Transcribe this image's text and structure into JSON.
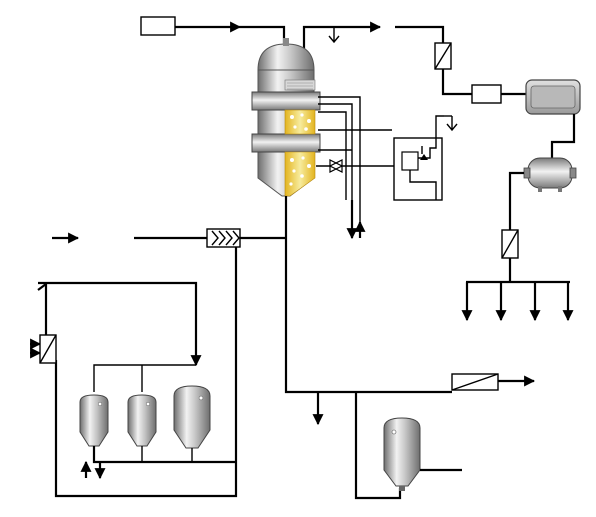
{
  "diagram": {
    "type": "process-flow-diagram",
    "colors": {
      "line": "#000000",
      "vessel_light": "#f2f2f2",
      "vessel_mid": "#b4b4b4",
      "vessel_dark": "#6e6e6e",
      "packing_fill": "#f2e49a",
      "packing_fill_dark": "#e3b41f",
      "background": "#ffffff"
    },
    "nodes": [
      {
        "id": "feed-box",
        "kind": "box"
      },
      {
        "id": "main-reactor",
        "kind": "column-vessel-with-packed-beds"
      },
      {
        "id": "feed-heat-exchanger",
        "kind": "heat-exchanger-chevron"
      },
      {
        "id": "vent-top",
        "kind": "vent"
      },
      {
        "id": "vent-control",
        "kind": "vent"
      },
      {
        "id": "top-filter",
        "kind": "inline-filter"
      },
      {
        "id": "product-box",
        "kind": "box"
      },
      {
        "id": "product-tank",
        "kind": "rounded-tank"
      },
      {
        "id": "receiver-drum",
        "kind": "horizontal-drum"
      },
      {
        "id": "distribution-filter",
        "kind": "inline-filter"
      },
      {
        "id": "control-valve-assembly",
        "kind": "control-loop"
      },
      {
        "id": "gate-valve",
        "kind": "valve"
      },
      {
        "id": "left-filter",
        "kind": "inline-filter"
      },
      {
        "id": "conical-tank-1",
        "kind": "conical-tank"
      },
      {
        "id": "conical-tank-2",
        "kind": "conical-tank"
      },
      {
        "id": "conical-tank-3",
        "kind": "conical-tank"
      },
      {
        "id": "bottom-filter",
        "kind": "inline-filter"
      },
      {
        "id": "collection-tank",
        "kind": "conical-tank"
      }
    ],
    "distribution_outlets": 4
  }
}
